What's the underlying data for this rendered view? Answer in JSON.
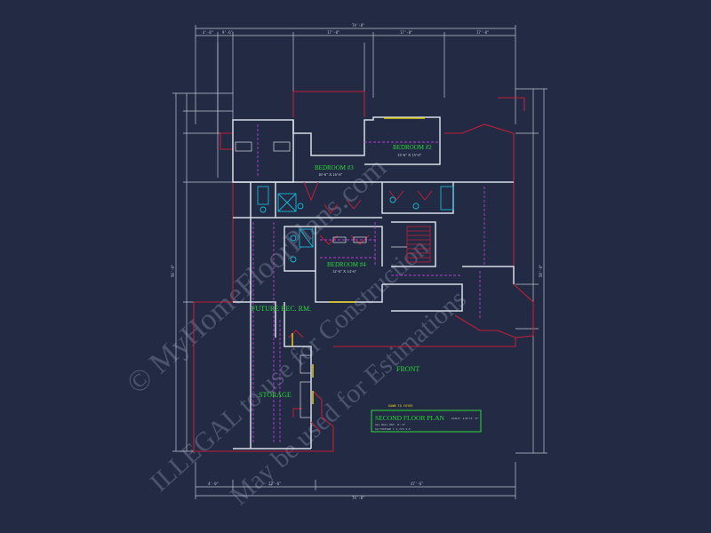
{
  "colors": {
    "background": "#232a43",
    "wall": "#d7dbe6",
    "exterior_line": "#c21f3a",
    "dimension": "#bfc4d2",
    "room_label": "#2bd93a",
    "hidden_line": "#b23fd0",
    "fixture": "#19b9d6",
    "accent": "#e4cf18",
    "watermark": "#59617e"
  },
  "rooms": {
    "bedroom2": {
      "name": "BEDROOM #2",
      "size": "13'-6\" X 15'-0\""
    },
    "bedroom3": {
      "name": "BEDROOM #3",
      "size": "16'-6\" X 16'-6\""
    },
    "bedroom4": {
      "name": "BEDROOM #4",
      "size": "12'-6\" X 14'-6\""
    },
    "future_rec": "FUTURE REC. RM.",
    "storage": "STORAGE",
    "front": "FRONT"
  },
  "title_block": {
    "title": "SECOND FLOOR PLAN",
    "scale": "SCALE: 1/8\"=1'-0\"",
    "note1": "ALL WALL HGT. 8'-0\"",
    "note2": "SQ FOOTAGE = 1,774 S.F."
  },
  "watermark": {
    "line1": "© MyHomeFloorPlans.com",
    "line2": "ILLEGAL to use for Construction",
    "line3": "May be used for Estimations"
  },
  "dimensions": {
    "top_overall": "74'-0\"",
    "top_segments": [
      "4'-0\"",
      "9'-6\"",
      "17'-0\"",
      "17'-0\"",
      "17'-0\""
    ],
    "bottom_overall": "74'-0\"",
    "bottom_segments": [
      "4'-0\"",
      "22'-6\"",
      "47'-6\""
    ],
    "left_overall": "56'-0\"",
    "right_overall": "58'-0\""
  },
  "notes": {
    "stair_note": "DOWN TO FOYER"
  }
}
